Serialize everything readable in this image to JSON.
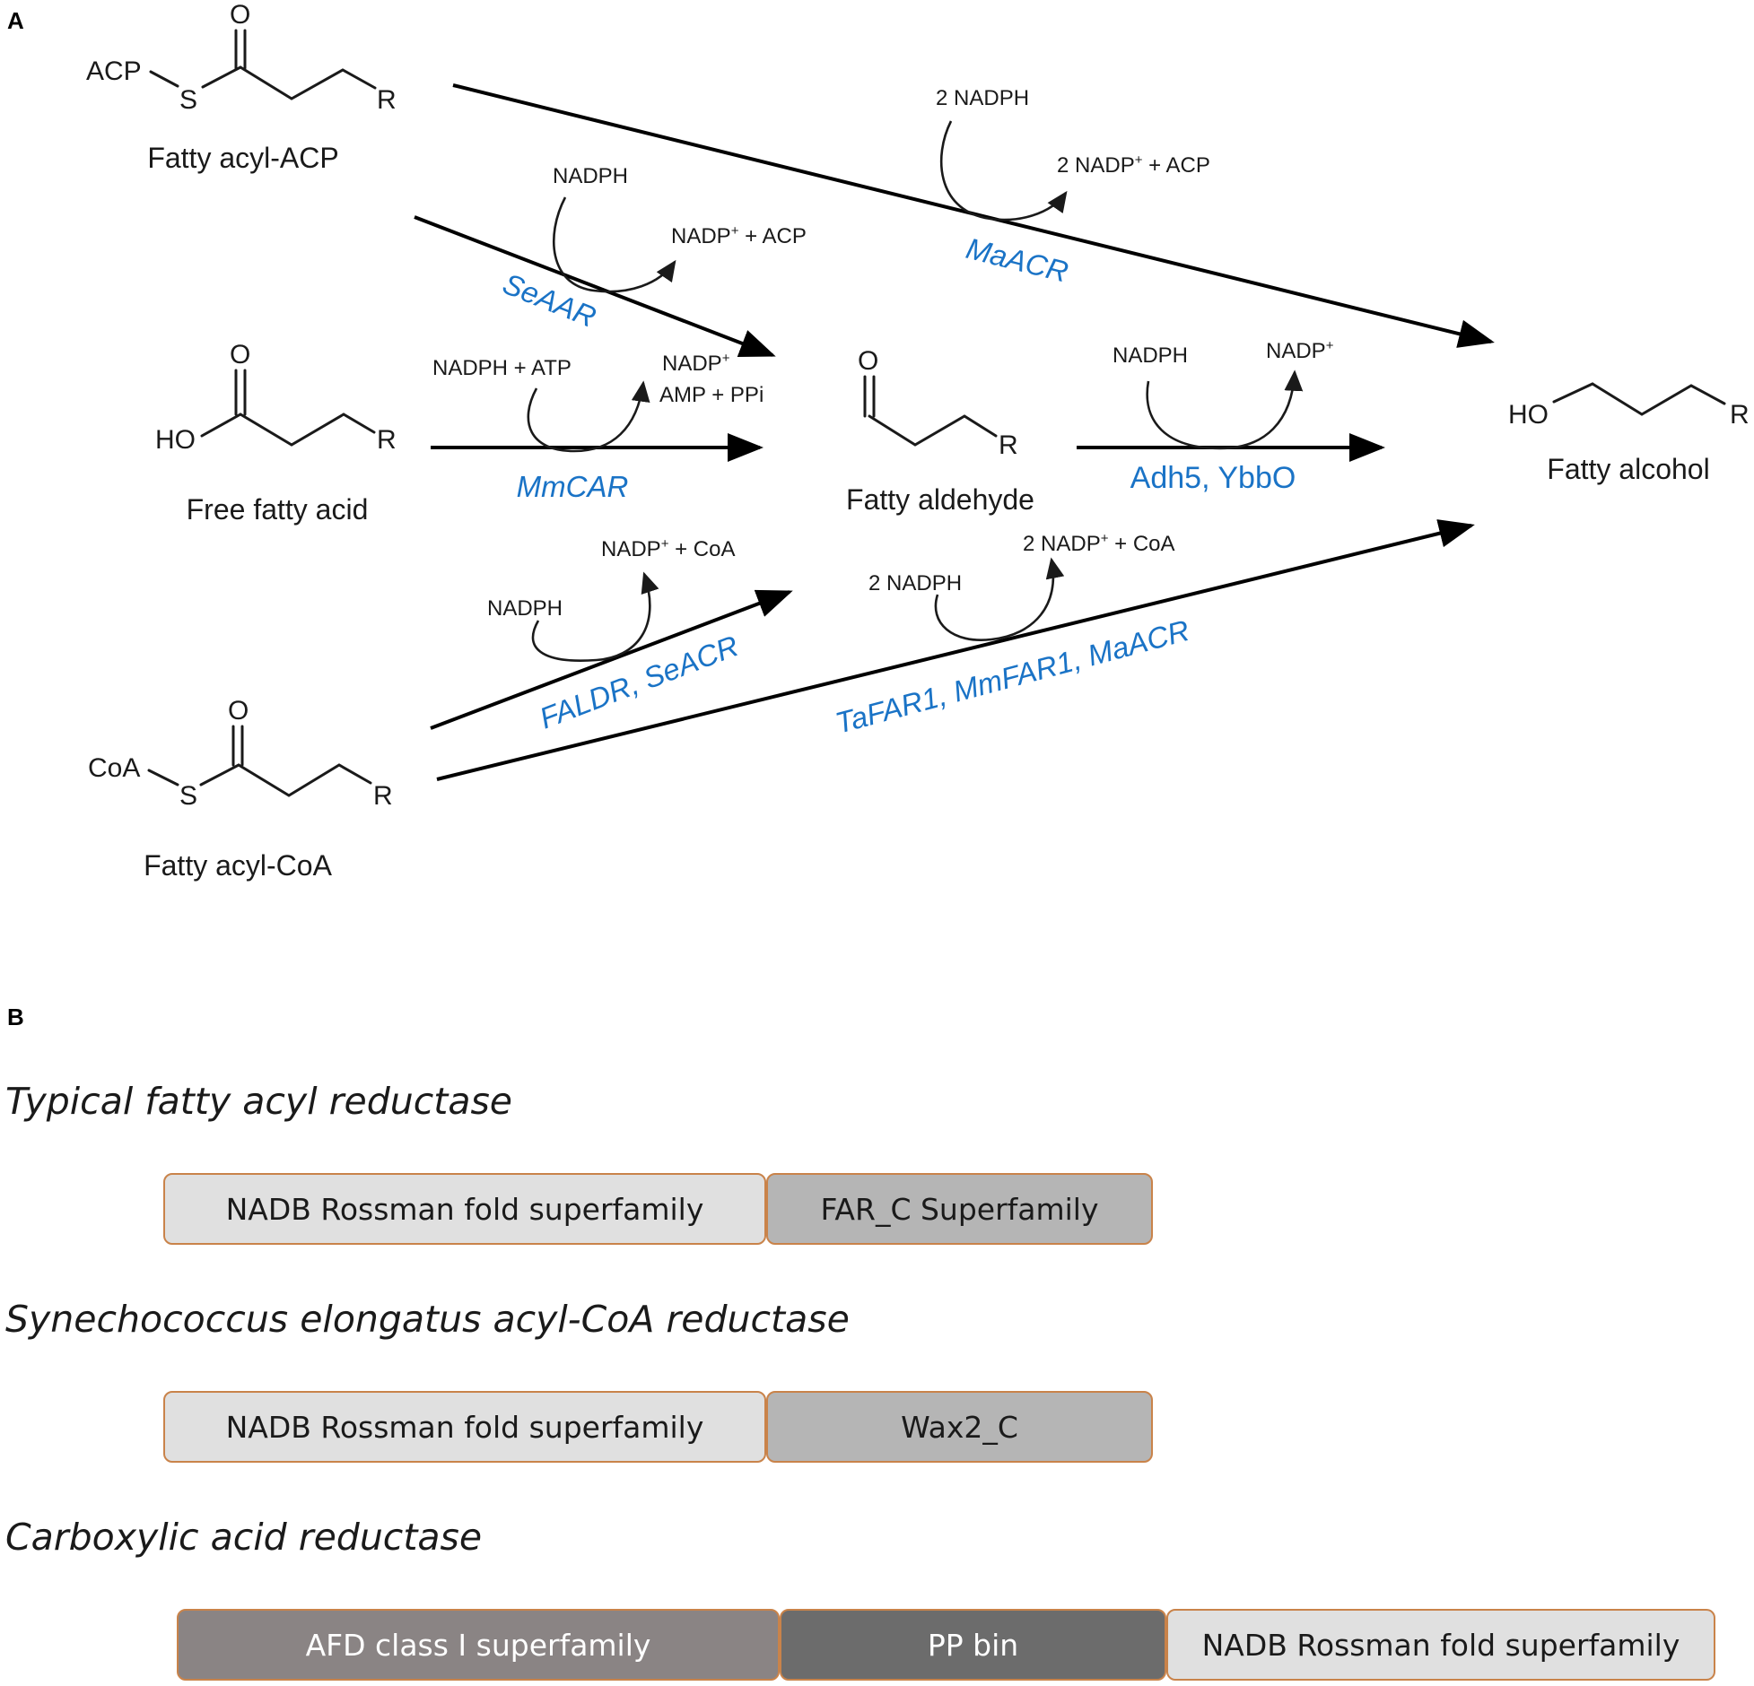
{
  "panel_a": {
    "letter": "A",
    "compounds": {
      "acyl_acp": {
        "name": "Fatty acyl-ACP",
        "group": "ACP",
        "s": "S",
        "o": "O",
        "r": "R"
      },
      "free_acid": {
        "name": "Free fatty acid",
        "ho": "HO",
        "o": "O",
        "r": "R"
      },
      "acyl_coa": {
        "name": "Fatty acyl-CoA",
        "group": "CoA",
        "s": "S",
        "o": "O",
        "r": "R"
      },
      "aldehyde": {
        "name": "Fatty aldehyde",
        "o": "O",
        "r": "R"
      },
      "alcohol": {
        "name": "Fatty alcohol",
        "ho": "HO",
        "r": "R"
      }
    },
    "reactions": {
      "maacr_top": {
        "enzyme": "MaACR",
        "in": "2 NADPH",
        "out_pre": "2 NADP",
        "out_sup": "+",
        "out_post": " + ACP"
      },
      "seaar": {
        "enzyme": "SeAAR",
        "in": "NADPH",
        "out_pre": "NADP",
        "out_sup": "+",
        "out_post": " + ACP"
      },
      "mmcar": {
        "enzyme": "MmCAR",
        "in": "NADPH + ATP",
        "out_pre": "NADP",
        "out_sup": "+",
        "out_line2": "AMP + PPi"
      },
      "adh": {
        "enzyme": "Adh5, YbbO",
        "in": "NADPH",
        "out_pre": "NADP",
        "out_sup": "+"
      },
      "faldr": {
        "enzyme": "FALDR, SeACR",
        "in": "NADPH",
        "out_pre": "NADP",
        "out_sup": "+",
        "out_post": " + CoA"
      },
      "tafar": {
        "enzyme": "TaFAR1, MmFAR1, MaACR",
        "in": "2 NADPH",
        "out_pre": "2 NADP",
        "out_sup": "+",
        "out_post": " + CoA"
      }
    }
  },
  "panel_b": {
    "letter": "B",
    "sections": [
      {
        "title": "Typical fatty acyl reductase",
        "domains": [
          {
            "label": "NADB Rossman fold superfamily",
            "fill": "#e0e0e0",
            "text_color": "#1a1a1a"
          },
          {
            "label": "FAR_C Superfamily",
            "fill": "#b5b5b5",
            "text_color": "#1a1a1a"
          }
        ]
      },
      {
        "title": "Synechococcus elongatus acyl-CoA reductase",
        "domains": [
          {
            "label": "NADB Rossman fold superfamily",
            "fill": "#e0e0e0",
            "text_color": "#1a1a1a"
          },
          {
            "label": "Wax2_C",
            "fill": "#b5b5b5",
            "text_color": "#1a1a1a"
          }
        ]
      },
      {
        "title": "Carboxylic acid reductase",
        "domains": [
          {
            "label": "AFD class I superfamily",
            "fill": "#8a8484",
            "text_color": "#ffffff"
          },
          {
            "label": "PP bin",
            "fill": "#6c6c6c",
            "text_color": "#ffffff"
          },
          {
            "label": "NADB Rossman fold superfamily",
            "fill": "#e0e0e0",
            "text_color": "#1a1a1a"
          }
        ]
      }
    ]
  },
  "colors": {
    "enzyme": "#1a73c6",
    "domain_border": "#c9834a"
  }
}
